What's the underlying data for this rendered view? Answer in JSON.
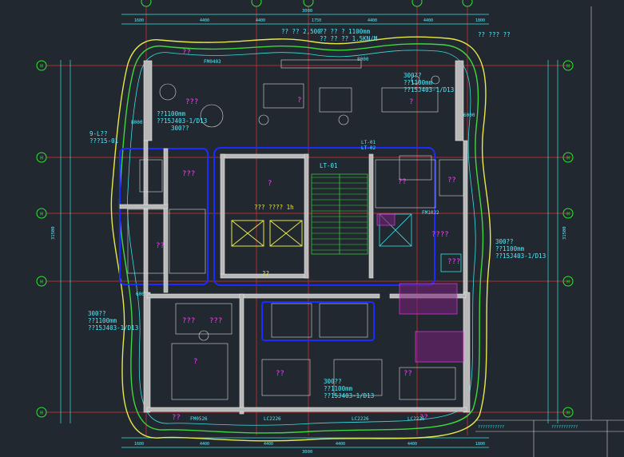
{
  "colors": {
    "background": "#212830",
    "wall": "#d9d9d9",
    "dimension": "#39e0e0",
    "outline_yellow": "#e8e84a",
    "outline_green": "#3fd63f",
    "room_label": "#ff3cff",
    "blue_zone": "#1a2cff",
    "grid_red": "#e03030",
    "axis_bubble": "#2ee82e",
    "note_cyan": "#4ff0ff",
    "hatch_magenta": "#c03cc0"
  },
  "grid": {
    "top_bubbles": [
      "",
      "",
      "",
      "",
      ""
    ],
    "row_labels_left": [
      "H",
      "H",
      "H",
      "H",
      "H"
    ],
    "row_labels_right": [
      "H",
      "H",
      "H",
      "H",
      "H"
    ]
  },
  "dimensions": {
    "overall_top": "3000",
    "top_segments": [
      "1600",
      "4400",
      "4400",
      "1750",
      "4400",
      "4400",
      "1800"
    ],
    "bottom_segments": [
      "1600",
      "4400",
      "4400",
      "4400",
      "4400",
      "1800"
    ],
    "bottom_overall": "3000",
    "left_side": "31500",
    "right_side": "31500"
  },
  "notes": {
    "top_center_1": "?? ??  2,500",
    "top_center_2": "?? ?? ? 1100mm",
    "top_center_3": "?? ?? ?? 1.5KN/M",
    "top_right": "?? ??? ??",
    "right_upper_1": "300??",
    "right_upper_2": "??1100mm",
    "right_upper_3": "??15J403-1/D13",
    "left_upper_1": "??1100mm",
    "left_upper_2": "??15J403-1/D13",
    "left_upper_3": "300??",
    "left_mid_1": "9-L??",
    "left_mid_2": "???15-01",
    "right_mid_1": "300??",
    "right_mid_2": "??1100mm",
    "right_mid_3": "??15J403-1/D13",
    "left_lower_1": "300??",
    "left_lower_2": "??1100mm",
    "left_lower_3": "??15J403-1/D13",
    "bottom_notes_1": "300??",
    "bottom_notes_2": "??1100mm",
    "bottom_notes_3": "??15J403-1/D13",
    "center_text": "??? ???? 1h",
    "elevator_label": "??",
    "stair_label": "LT-01"
  },
  "rooms": {
    "terrace_tl": "??",
    "living": "?",
    "dining": "?",
    "study": "???",
    "kitchen": "??",
    "western_kitchen": "??",
    "bath_left": "???",
    "bedroom_left": "??",
    "elevator_hall": "?",
    "service": "????",
    "master": "?",
    "closet": "???",
    "bath_master": "???",
    "bedroom_2": "??",
    "bedroom_3": "??",
    "terrace_bl": "??",
    "terrace_br": "??",
    "equipment": "???"
  },
  "tags": {
    "tag_a": "LT-01",
    "tag_b": "LT-02",
    "tag_c": "FM0403",
    "tag_d": "FM1022",
    "tag_e": "LC2226",
    "tag_f": "LC2226",
    "tag_g": "FM0526",
    "tag_h": "LC2226",
    "tag_i": "8000",
    "tag_j": "8000",
    "tag_k": "6000",
    "tag_l": "6000"
  },
  "title_block": {
    "cell_1": "???????????",
    "cell_2": "???????????"
  }
}
